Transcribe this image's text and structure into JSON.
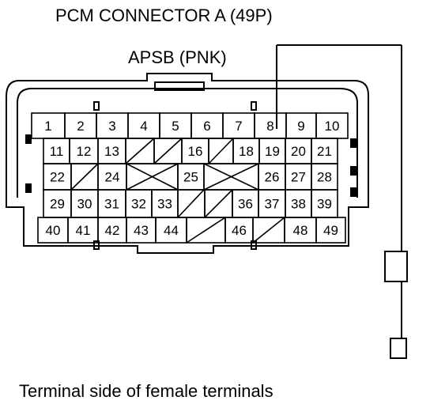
{
  "title": "PCM CONNECTOR A (49P)",
  "wire_label": "APSB (PNK)",
  "caption": "Terminal side of female terminals",
  "rows": [
    [
      "1",
      "2",
      "3",
      "4",
      "5",
      "6",
      "7",
      "8",
      "9",
      "10"
    ],
    [
      "11",
      "12",
      "13",
      "",
      "",
      "16",
      "",
      "18",
      "19",
      "20",
      "21"
    ],
    [
      "22",
      "",
      "24",
      "",
      "25",
      "",
      "26",
      "27",
      "28"
    ],
    [
      "29",
      "30",
      "31",
      "32",
      "33",
      "",
      "",
      "36",
      "37",
      "38",
      "39"
    ],
    [
      "40",
      "41",
      "42",
      "43",
      "44",
      "",
      "46",
      "",
      "48",
      "49"
    ]
  ],
  "highlighted_terminal": "8"
}
